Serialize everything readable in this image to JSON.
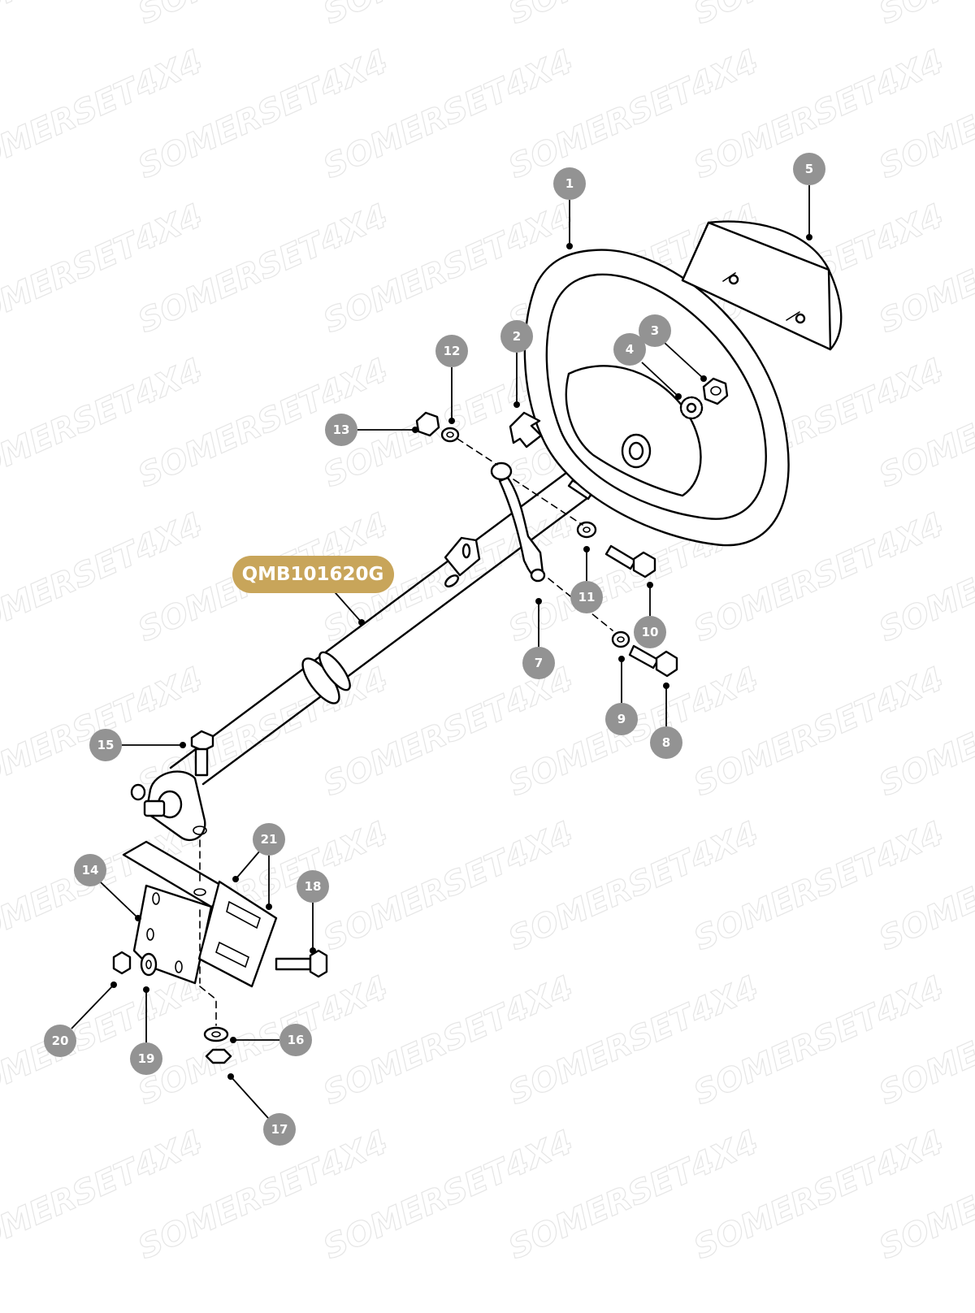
{
  "watermark": "SOMERSET4X4",
  "part_number": "QMB101620G",
  "colors": {
    "callout_fill": "#939393",
    "part_number_fill": "#c8a55a",
    "watermark": "#e6e6e6"
  },
  "callouts": [
    "1",
    "2",
    "3",
    "4",
    "5",
    "7",
    "8",
    "9",
    "10",
    "11",
    "12",
    "13",
    "14",
    "15",
    "16",
    "17",
    "18",
    "19",
    "20",
    "21"
  ]
}
